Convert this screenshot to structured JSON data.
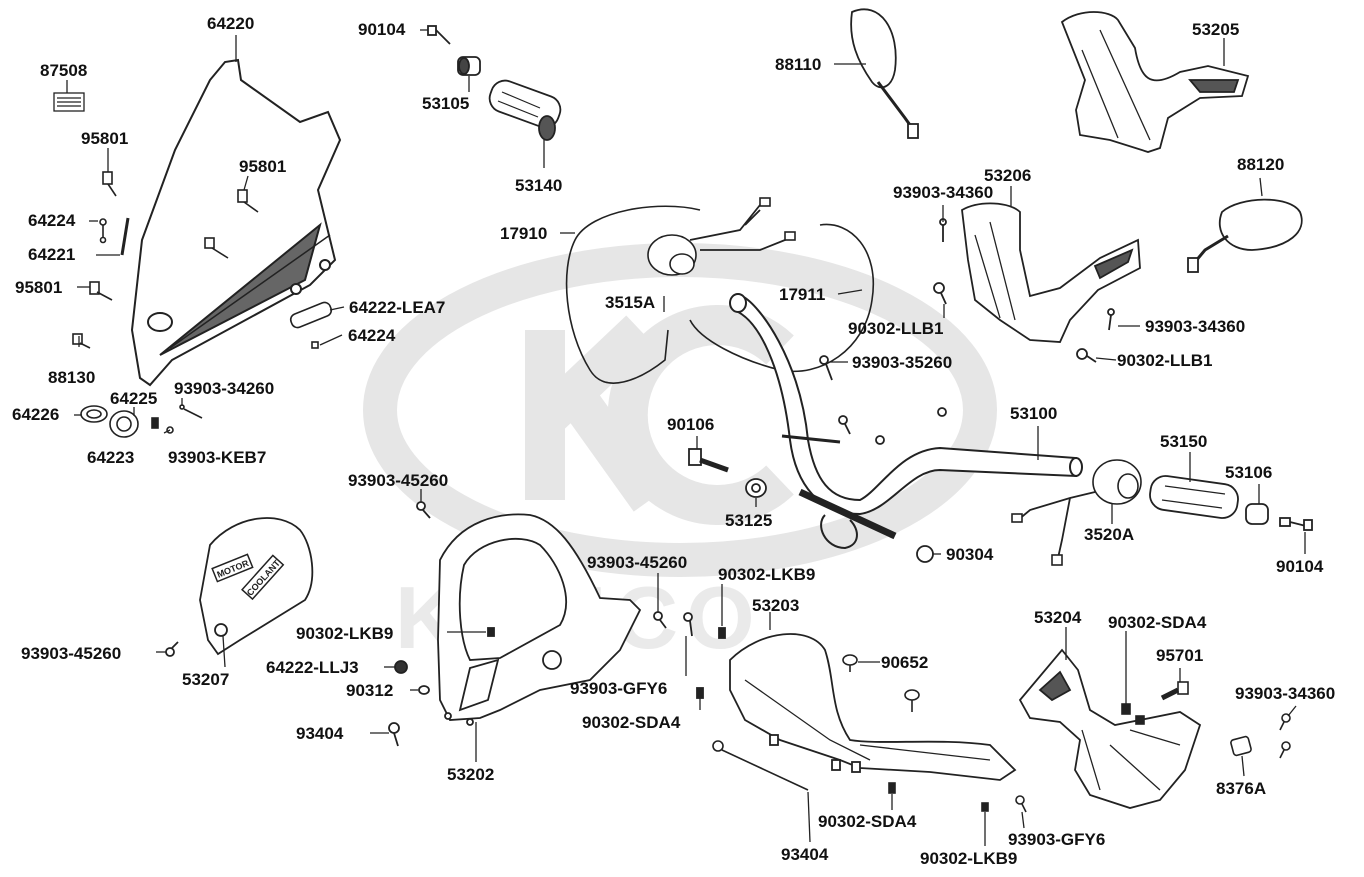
{
  "watermark": {
    "text": "KYMCO"
  },
  "labels": {
    "l87508": "87508",
    "l64220": "64220",
    "l90104a": "90104",
    "l53105": "53105",
    "l53140": "53140",
    "l88110": "88110",
    "l53205": "53205",
    "l95801a": "95801",
    "l95801b": "95801",
    "l64224a": "64224",
    "l64221": "64221",
    "l95801c": "95801",
    "l88130": "88130",
    "l64222lea7": "64222-LEA7",
    "l64224b": "64224",
    "l93903_34260": "93903-34260",
    "l64225": "64225",
    "l64226": "64226",
    "l64223": "64223",
    "l93903keb7": "93903-KEB7",
    "l17910": "17910",
    "l3515a": "3515A",
    "l17911": "17911",
    "l93903_34360a": "93903-34360",
    "l53206": "53206",
    "l88120": "88120",
    "l90302llb1a": "90302-LLB1",
    "l93903_34360b": "93903-34360",
    "l90302llb1b": "90302-LLB1",
    "l93903_35260": "93903-35260",
    "l53100": "53100",
    "l90106": "90106",
    "l53150": "53150",
    "l53106": "53106",
    "l53125": "53125",
    "l3520a": "3520A",
    "l90104b": "90104",
    "l90304": "90304",
    "l93903_45260a": "93903-45260",
    "l93903_45260b": "93903-45260",
    "l90302lkb9a": "90302-LKB9",
    "l90302lkb9b": "90302-LKB9",
    "l53203": "53203",
    "l53204": "53204",
    "l90302sda4a": "90302-SDA4",
    "l93903_45260c": "93903-45260",
    "l53207": "53207",
    "l64222llj3": "64222-LLJ3",
    "l90312": "90312",
    "l93404a": "93404",
    "l53202": "53202",
    "l93903gfy6a": "93903-GFY6",
    "l90302sda4b": "90302-SDA4",
    "l90652": "90652",
    "l95701": "95701",
    "l93903_34360c": "93903-34360",
    "l8376a": "8376A",
    "l90302sda4c": "90302-SDA4",
    "l93903gfy6b": "93903-GFY6",
    "l93404b": "93404",
    "l90302lkb9c": "90302-LKB9"
  },
  "decals": {
    "motor": "MOTOR",
    "coolant": "COOLANT"
  },
  "colors": {
    "line": "#222222",
    "watermark": "#e6e6e6",
    "fill_light": "#f4f4f4",
    "fill_dark": "#555555"
  }
}
